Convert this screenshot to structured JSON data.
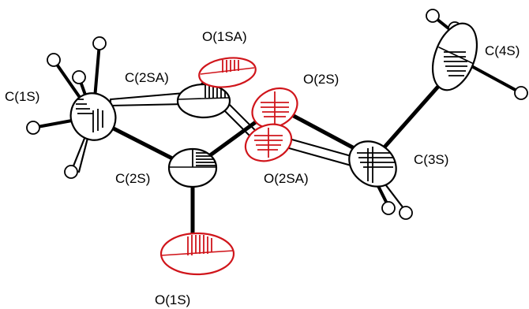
{
  "labels": {
    "c1s": "C(1S)",
    "c2sa": "C(2SA)",
    "o1sa": "O(1SA)",
    "o2s": "O(2S)",
    "c4s": "C(4S)",
    "c3s": "C(3S)",
    "c2s": "C(2S)",
    "o2sa": "O(2SA)",
    "o1s": "O(1S)"
  },
  "colors": {
    "carbon_outline": "#000000",
    "oxygen_outline": "#d0151b",
    "background": "#ffffff"
  }
}
